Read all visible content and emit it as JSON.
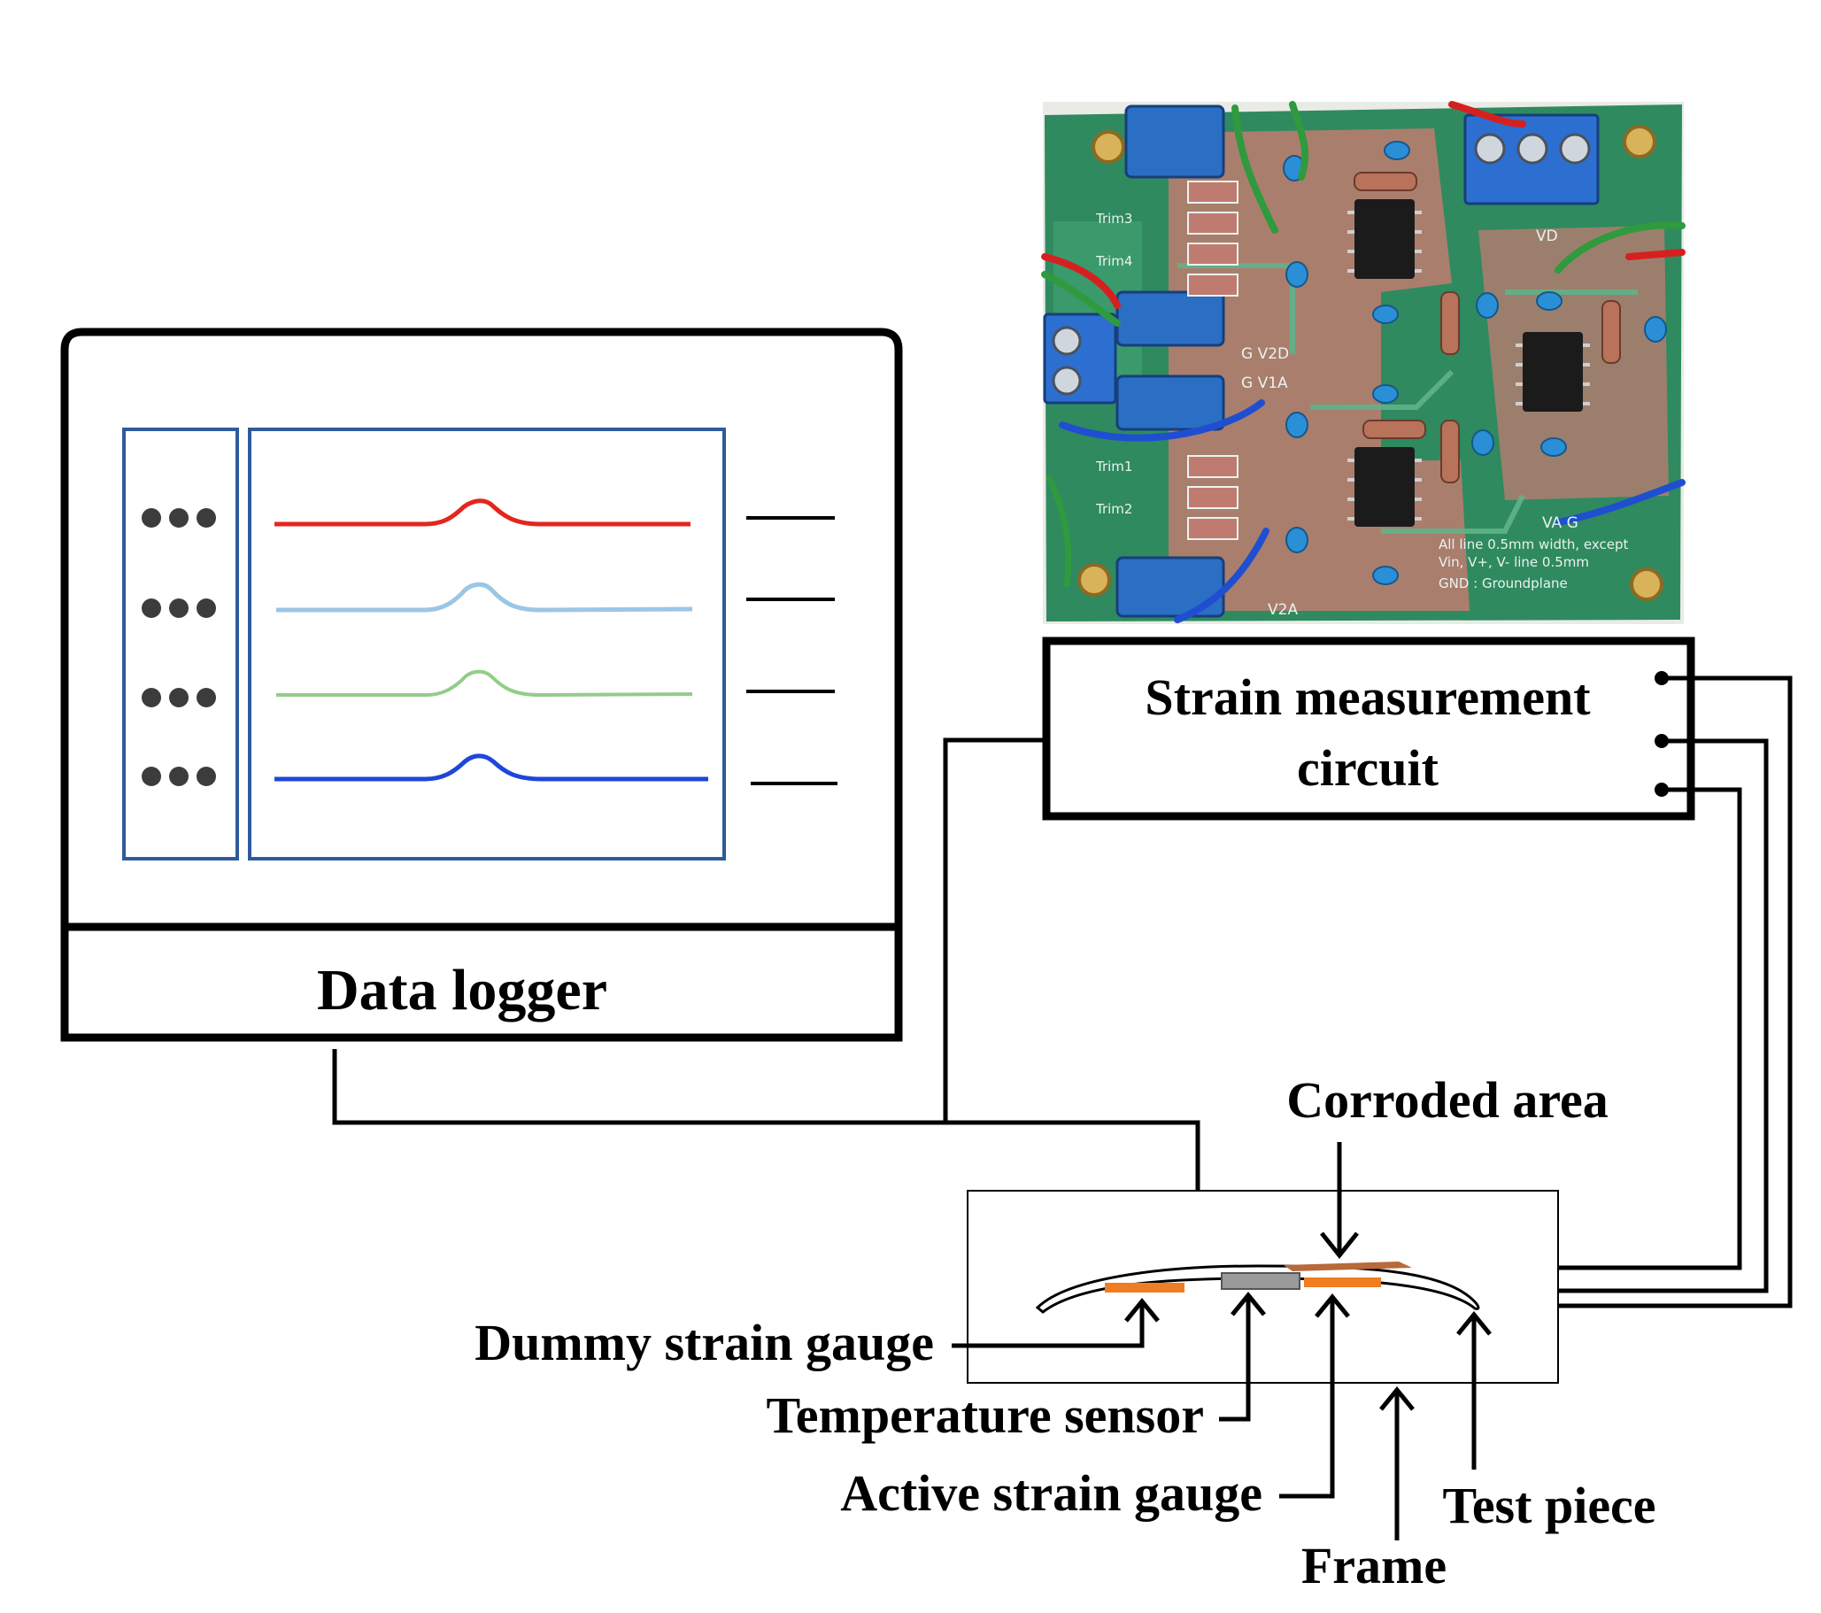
{
  "labels": {
    "data_logger": "Data logger",
    "circuit_line1": "Strain measurement",
    "circuit_line2": "circuit",
    "corroded_area": "Corroded  area",
    "dummy_gauge": "Dummy strain gauge",
    "temperature_sensor": "Temperature  sensor",
    "active_gauge": "Active strain gauge",
    "test_piece": "Test piece",
    "frame": "Frame"
  },
  "pcb_silkscreen": {
    "v2d": "G  V2D",
    "v1a": "G  V1A",
    "v2a": "V2A",
    "vd": "VD",
    "va": "VA  G",
    "trim3": "Trim3",
    "trim4": "Trim4",
    "trim1": "Trim1",
    "trim2": "Trim2",
    "note1": "All line 0.5mm width, except",
    "note2": "Vin, V+, V- line 0.5mm",
    "note3": "GND : Groundplane"
  },
  "colors": {
    "trace_red": "#e3261f",
    "trace_light_blue": "#9cc6e6",
    "trace_green": "#93cc8a",
    "trace_blue": "#1f46d8",
    "panel_border": "#2e5b9a",
    "gauge_orange": "#ef7d22",
    "pcb_green": "#2f8a5f",
    "pcb_copper": "#c07b70"
  },
  "icons": {
    "channel_dots": "three-dot-icon",
    "connector_terminal": "terminal-dot-icon"
  }
}
